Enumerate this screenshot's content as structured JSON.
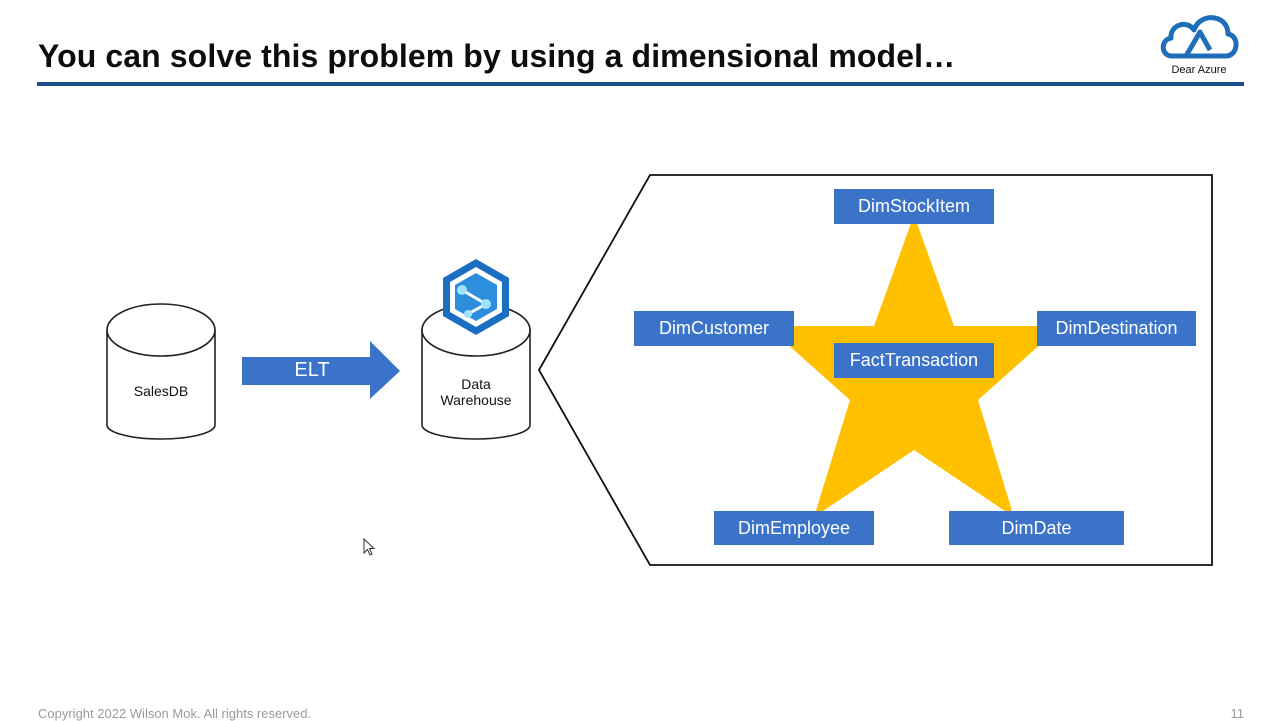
{
  "slide": {
    "title": "You can solve this problem by using a dimensional model…",
    "logo_text": "Dear Azure",
    "copyright": "Copyright 2022 Wilson Mok. All rights reserved.",
    "page_number": "11"
  },
  "diagram": {
    "source": {
      "label": "SalesDB"
    },
    "arrow": {
      "label": "ELT"
    },
    "target": {
      "label_line1": "Data",
      "label_line2": "Warehouse",
      "icon": "azure-synapse-icon"
    },
    "star_schema": {
      "fact": "FactTransaction",
      "dims": {
        "top": "DimStockItem",
        "left": "DimCustomer",
        "right": "DimDestination",
        "bottom_left": "DimEmployee",
        "bottom_right": "DimDate"
      }
    }
  },
  "colors": {
    "title_rule": "#1f4e8c",
    "box_blue": "#3b73c9",
    "star_gold": "#ffc000"
  }
}
